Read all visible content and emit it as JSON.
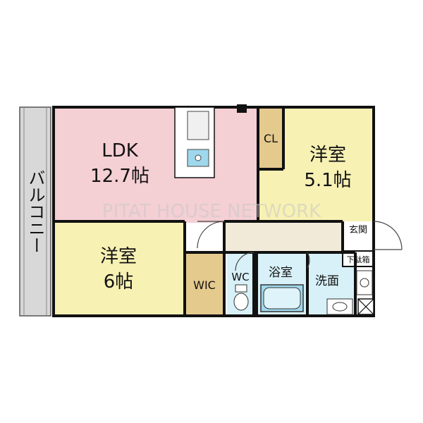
{
  "rooms": {
    "ldk": {
      "label": "LDK",
      "area": "12.7帖",
      "color": "#f4cfd4"
    },
    "bedroom1": {
      "label": "洋室",
      "area": "5.1帖",
      "color": "#f7f1b3"
    },
    "bedroom2": {
      "label": "洋室",
      "area": "6帖",
      "color": "#f7f1b3"
    },
    "closet": {
      "label": "CL"
    },
    "wic": {
      "label": "WIC"
    },
    "wc": {
      "label": "WC"
    },
    "bath": {
      "label": "浴室",
      "color": "#d8f0f7"
    },
    "washroom": {
      "label": "洗面"
    },
    "entrance": {
      "label": "玄関"
    },
    "shoebox": {
      "label": "下駄箱"
    },
    "balcony": {
      "label": "バルコニー"
    }
  },
  "watermark": "PITAT HOUSE NETWORK",
  "colors": {
    "wall": "#111111",
    "closet": "#e5ca8e",
    "hall": "#f1ead9",
    "balcony": "#d8d8d8",
    "fixture_blue": "#9fd8ec"
  }
}
